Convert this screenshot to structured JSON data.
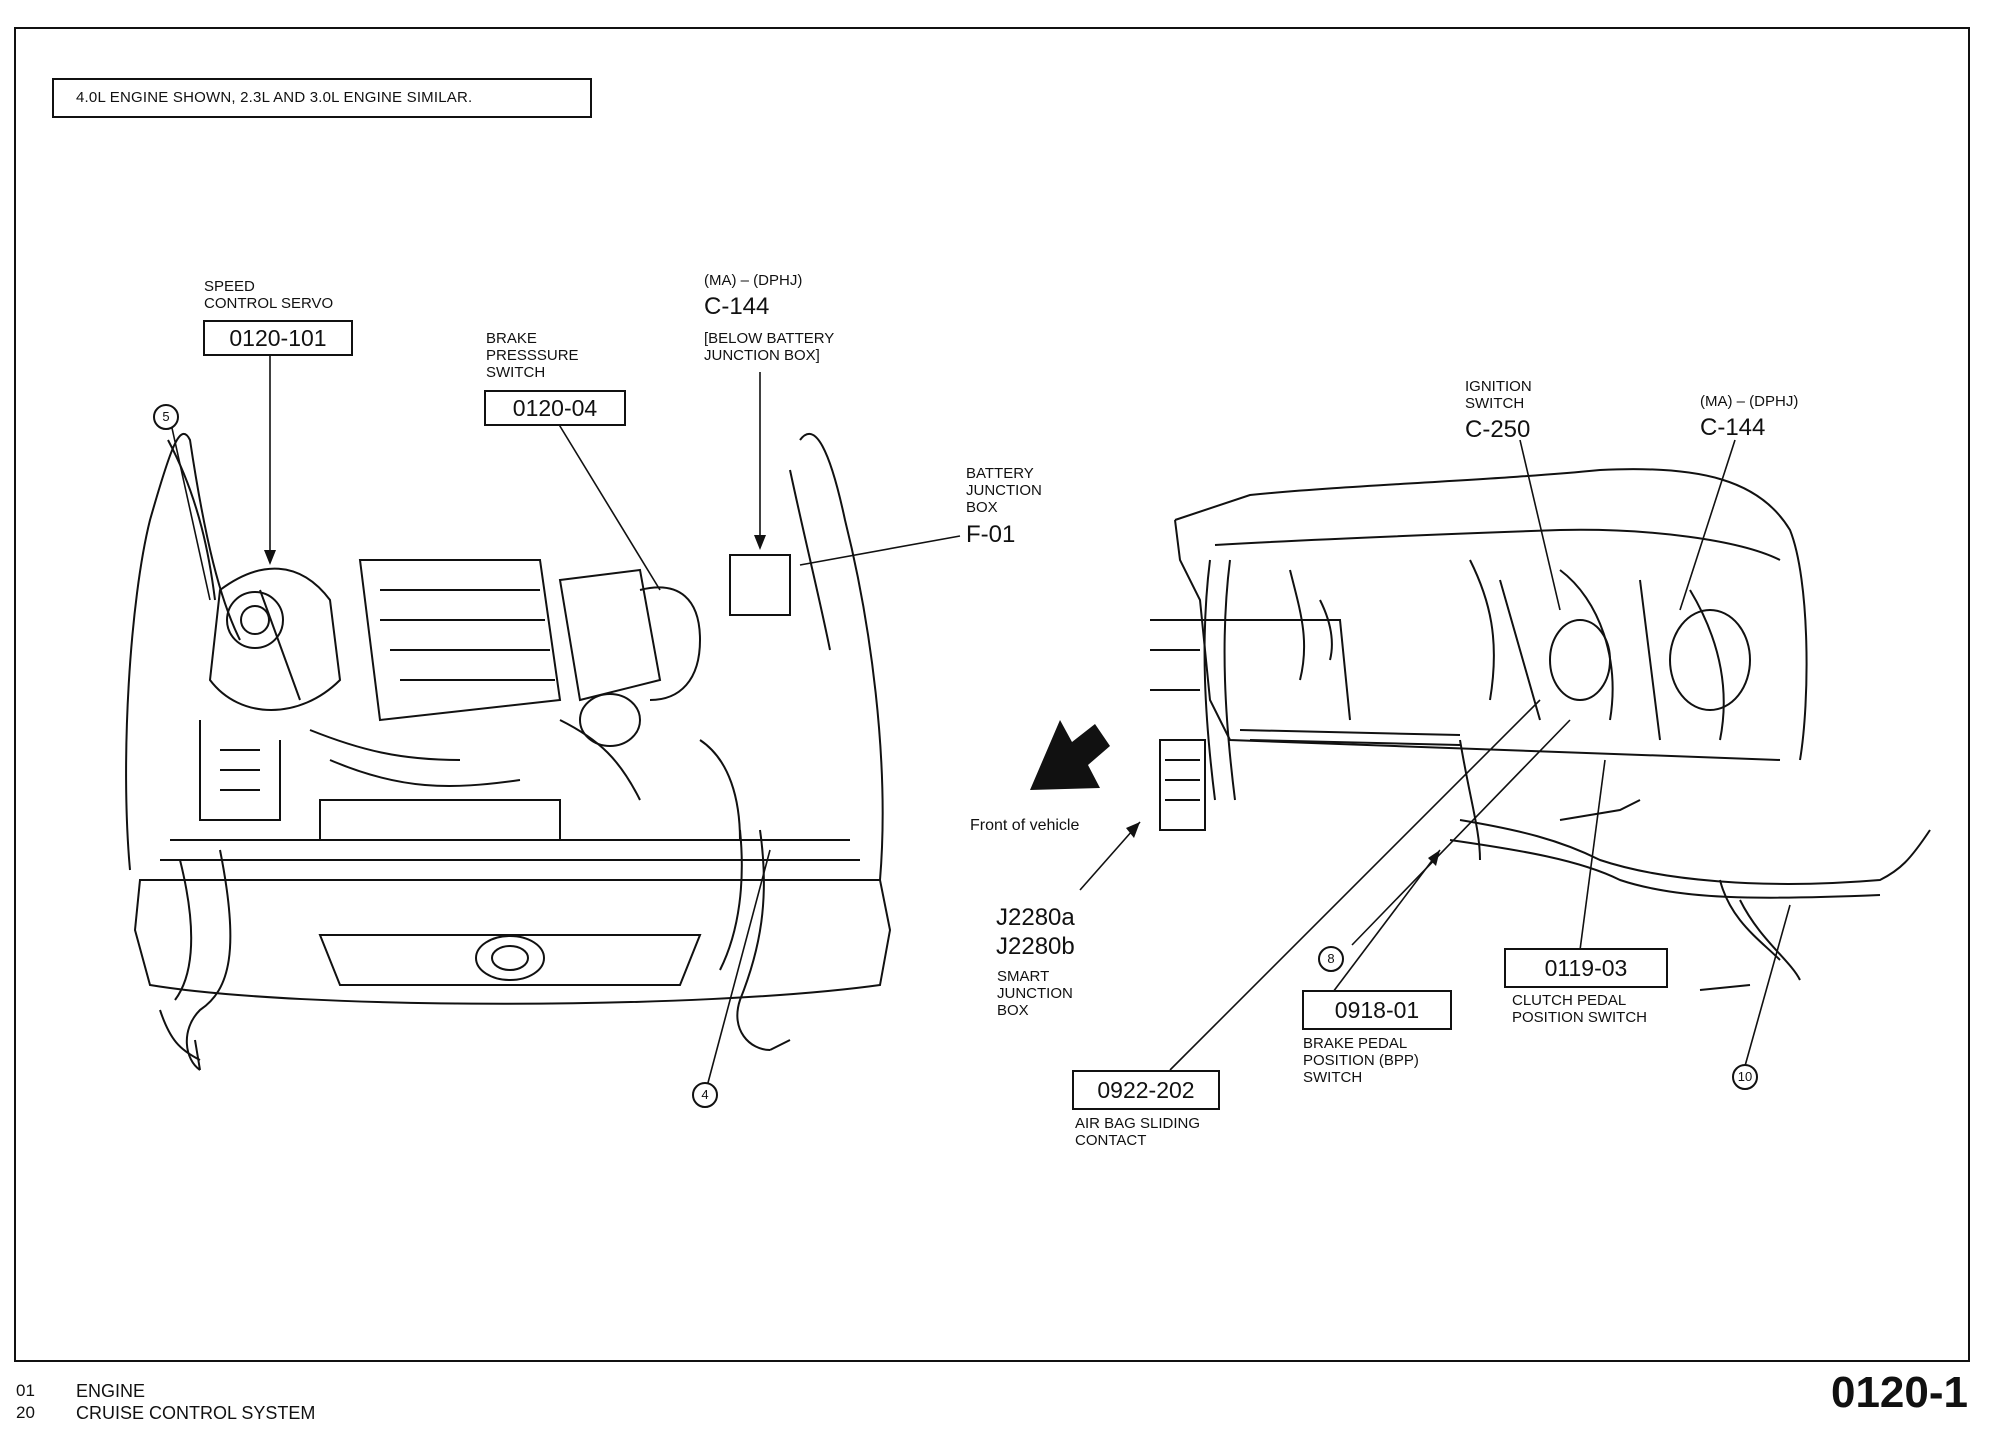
{
  "note": "4.0L ENGINE SHOWN, 2.3L AND 3.0L ENGINE SIMILAR.",
  "labels": {
    "speed_servo": {
      "lines": [
        "SPEED",
        "CONTROL SERVO"
      ],
      "code": "0120-101"
    },
    "brake_pressure": {
      "lines": [
        "BRAKE",
        "PRESSSURE",
        "SWITCH"
      ],
      "code": "0120-04"
    },
    "c144_left": {
      "variant": "(MA) – (DPHJ)",
      "code": "C-144",
      "lines": [
        "[BELOW BATTERY",
        "JUNCTION BOX]"
      ]
    },
    "battery_jb": {
      "lines": [
        "BATTERY",
        "JUNCTION",
        "BOX"
      ],
      "code": "F-01"
    },
    "ignition": {
      "lines": [
        "IGNITION",
        "SWITCH"
      ],
      "code": "C-250"
    },
    "c144_right": {
      "variant": "(MA) – (DPHJ)",
      "code": "C-144"
    },
    "smart_jb": {
      "codes": [
        "J2280a",
        "J2280b"
      ],
      "lines": [
        "SMART",
        "JUNCTION",
        "BOX"
      ]
    },
    "airbag": {
      "code": "0922-202",
      "lines": [
        "AIR BAG SLIDING",
        "CONTACT"
      ]
    },
    "bpp": {
      "code": "0918-01",
      "lines": [
        "BRAKE PEDAL",
        "POSITION (BPP)",
        "SWITCH"
      ]
    },
    "clutch": {
      "code": "0119-03",
      "lines": [
        "CLUTCH PEDAL",
        "POSITION SWITCH"
      ]
    },
    "front": "Front of vehicle"
  },
  "callouts": {
    "c5": "5",
    "c4": "4",
    "c8": "8",
    "c10": "10"
  },
  "footer": {
    "rows": [
      {
        "num": "01",
        "text": "ENGINE"
      },
      {
        "num": "20",
        "text": "CRUISE CONTROL SYSTEM"
      }
    ],
    "page_id": "0120-1"
  }
}
